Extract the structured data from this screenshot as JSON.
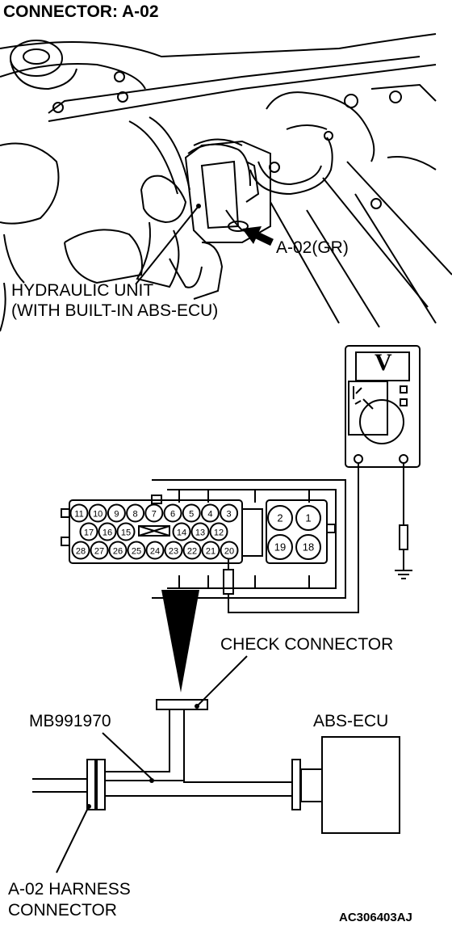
{
  "title": "CONNECTOR: A-02",
  "labels": {
    "a02_gr": "A-02(GR)",
    "hydraulic_unit_line1": "HYDRAULIC UNIT",
    "hydraulic_unit_line2": "(WITH BUILT-IN ABS-ECU)",
    "check_connector": "CHECK CONNECTOR",
    "mb991970": "MB991970",
    "abs_ecu": "ABS-ECU",
    "harness_line1": "A-02 HARNESS",
    "harness_line2": "CONNECTOR",
    "figure_code": "AC306403AJ"
  },
  "meter": {
    "display": "V"
  },
  "pins": {
    "row1": [
      "11",
      "10",
      "9",
      "8",
      "7",
      "6",
      "5",
      "4",
      "3"
    ],
    "row2": [
      "17",
      "16",
      "15",
      "14",
      "13",
      "12"
    ],
    "row3": [
      "28",
      "27",
      "26",
      "25",
      "24",
      "23",
      "22",
      "21",
      "20"
    ],
    "right": [
      "2",
      "1",
      "19",
      "18"
    ]
  },
  "highlight_pin": "20"
}
